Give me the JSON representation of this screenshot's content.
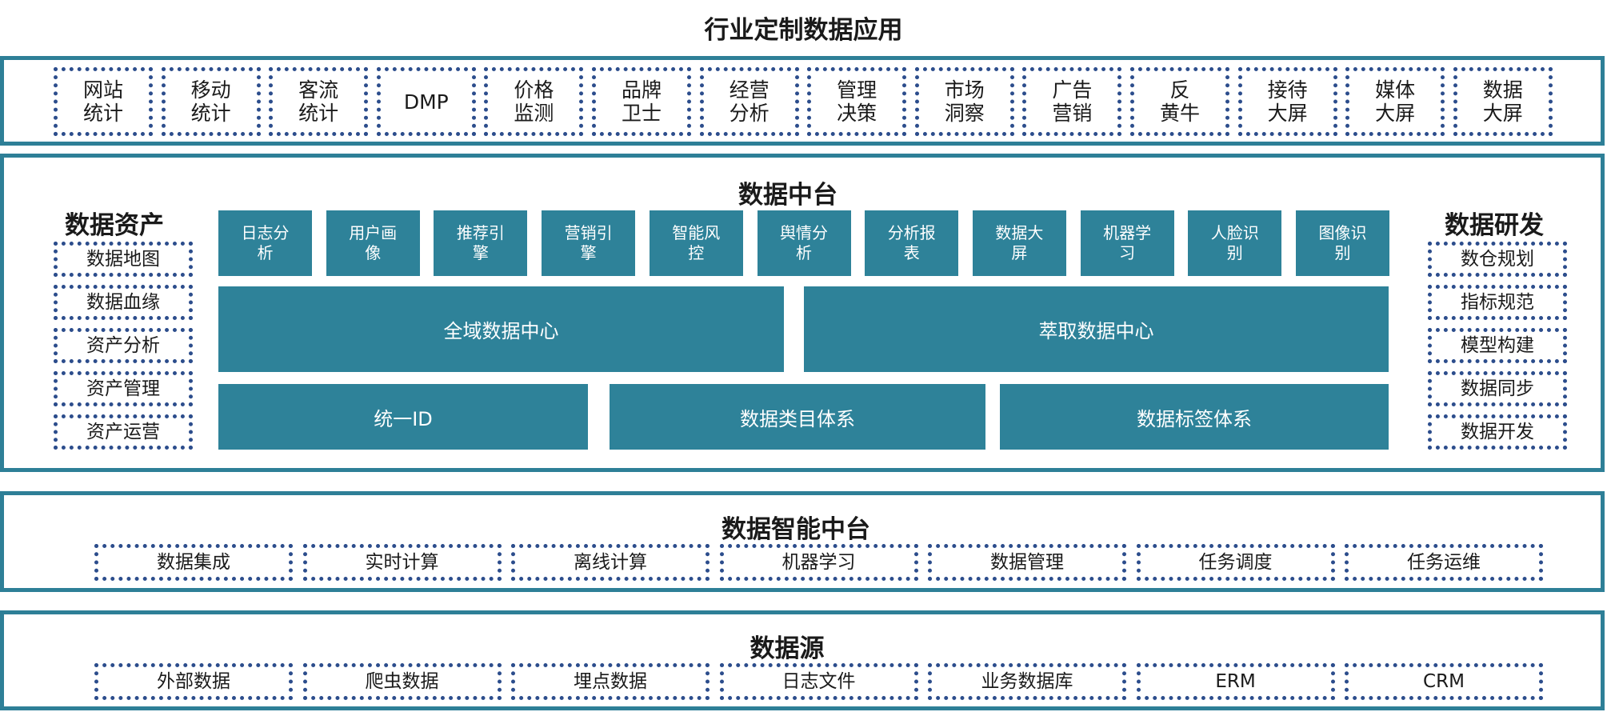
{
  "top": {
    "title": "行业定制数据应用",
    "items": [
      "网站\n统计",
      "移动\n统计",
      "客流\n统计",
      "DMP",
      "价格\n监测",
      "品牌\n卫士",
      "经营\n分析",
      "管理\n决策",
      "市场\n洞察",
      "广告\n营销",
      "反\n黄牛",
      "接待\n大屏",
      "媒体\n大屏",
      "数据\n大屏"
    ]
  },
  "middle": {
    "title": "数据中台",
    "assets": {
      "title": "数据资产",
      "items": [
        "数据地图",
        "数据血缘",
        "资产分析",
        "资产管理",
        "资产运营"
      ]
    },
    "rnd": {
      "title": "数据研发",
      "items": [
        "数仓规划",
        "指标规范",
        "模型构建",
        "数据同步",
        "数据开发"
      ]
    },
    "apps": [
      "日志分\n析",
      "用户画\n像",
      "推荐引\n擎",
      "营销引\n擎",
      "智能风\n控",
      "舆情分\n析",
      "分析报\n表",
      "数据大\n屏",
      "机器学\n习",
      "人脸识\n别",
      "图像识\n别"
    ],
    "centers": [
      "全域数据中心",
      "萃取数据中心"
    ],
    "systems": [
      "统一ID",
      "数据类目体系",
      "数据标签体系"
    ]
  },
  "intelligence": {
    "title": "数据智能中台",
    "items": [
      "数据集成",
      "实时计算",
      "离线计算",
      "机器学习",
      "数据管理",
      "任务调度",
      "任务运维"
    ]
  },
  "sources": {
    "title": "数据源",
    "items": [
      "外部数据",
      "爬虫数据",
      "埋点数据",
      "日志文件",
      "业务数据库",
      "ERM",
      "CRM"
    ]
  },
  "colors": {
    "frame": "#2e7f97",
    "block": "#2e8299",
    "dotted_border": "#2c4d8c"
  }
}
